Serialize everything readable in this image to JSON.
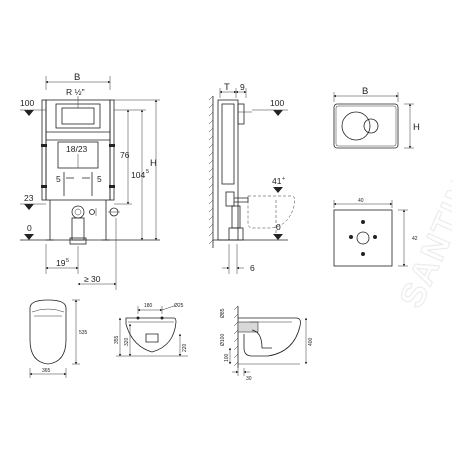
{
  "watermark": "SANTINO",
  "front_view": {
    "width_label": "B",
    "thread_label": "R ½\"",
    "top_level": "100",
    "pipe_label": "18/23",
    "height_76": "76",
    "height_104": "104",
    "height_104_sup": "5",
    "height_H": "H",
    "side_5_left": "5",
    "side_5_right": "5",
    "dim_23": "23",
    "zero_level": "0",
    "dim_19": "19",
    "dim_19_sup": "5",
    "dim_30": "≥ 30"
  },
  "side_view": {
    "dim_T": "T",
    "dim_9": "9",
    "top_level": "100",
    "dim_41": "41",
    "dim_41_sup": "+",
    "zero_level": "0",
    "dim_6": "6"
  },
  "flush_plate": {
    "width_label": "B",
    "height_label": "H"
  },
  "wall_plate": {
    "width_label": "40",
    "height_label": "42"
  },
  "bowl_top": {
    "width": "365",
    "length": "535"
  },
  "bowl_front": {
    "spacing": "180",
    "diameter": "Ø25",
    "height_355": "355",
    "height_320": "320",
    "height_220": "220"
  },
  "bowl_side": {
    "dim_85": "Ø85",
    "dim_100": "Ø100",
    "height_100": "100",
    "height_400": "400",
    "depth_30": "30"
  }
}
